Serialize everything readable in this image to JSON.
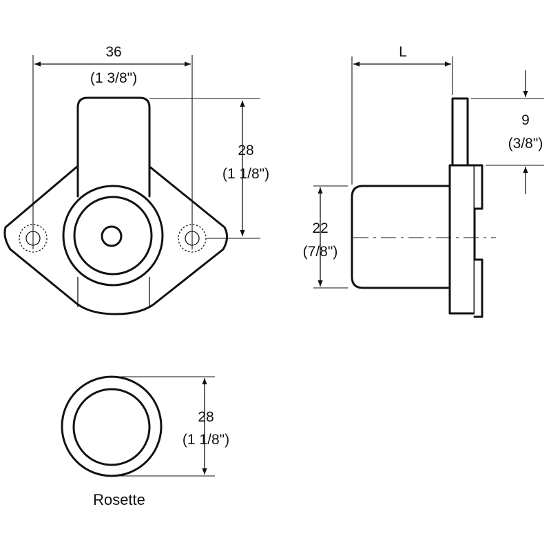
{
  "dimensions": {
    "width": {
      "metric": "36",
      "imperial": "(1 3/8\")"
    },
    "hole_spacing_height": {
      "metric": "28",
      "imperial": "(1 1/8\")"
    },
    "length": {
      "metric": "L"
    },
    "bolt": {
      "metric": "9",
      "imperial": "(3/8\")"
    },
    "body_diameter": {
      "metric": "22",
      "imperial": "(7/8\")"
    },
    "rosette_diameter": {
      "metric": "28",
      "imperial": "(1 1/8\")"
    }
  },
  "captions": {
    "rosette": "Rosette"
  },
  "colors": {
    "line": "#111111",
    "background": "#ffffff"
  }
}
